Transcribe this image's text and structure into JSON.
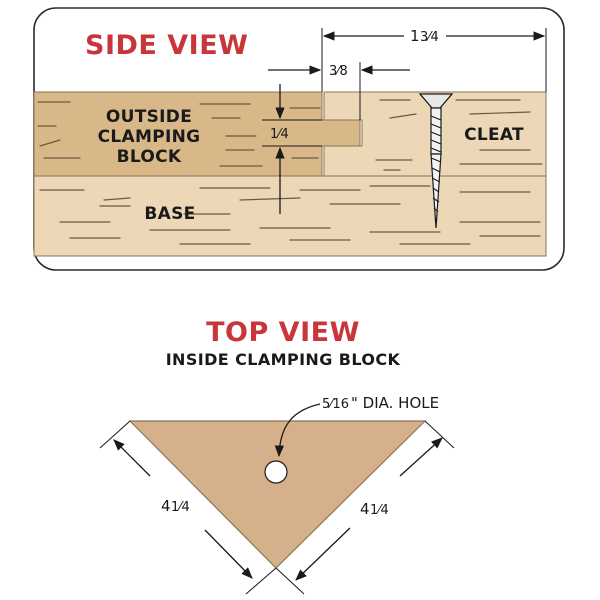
{
  "side_view": {
    "title": "SIDE VIEW",
    "outside_block_label": [
      "OUTSIDE",
      "CLAMPING",
      "BLOCK"
    ],
    "cleat_label": "CLEAT",
    "base_label": "BASE",
    "dim_overall_whole": "1",
    "dim_overall_frac": "3⁄4",
    "dim_lip_frac": "3⁄8",
    "dim_tongue_frac": "1⁄4"
  },
  "top_view": {
    "title": "TOP VIEW",
    "subtitle": "INSIDE CLAMPING BLOCK",
    "hole_label_frac": "5⁄16",
    "hole_label_text": "\" DIA. HOLE",
    "dim_left_whole": "4",
    "dim_left_frac": "1⁄4",
    "dim_right_whole": "4",
    "dim_right_frac": "1⁄4"
  },
  "colors": {
    "wood_light": "#ecd8b6",
    "wood_mid": "#e2c79f",
    "wood_top_block": "#d8b888",
    "triangle": "#d5b08a",
    "title_red": "#c8363b",
    "frame": "#2a2a2a"
  }
}
